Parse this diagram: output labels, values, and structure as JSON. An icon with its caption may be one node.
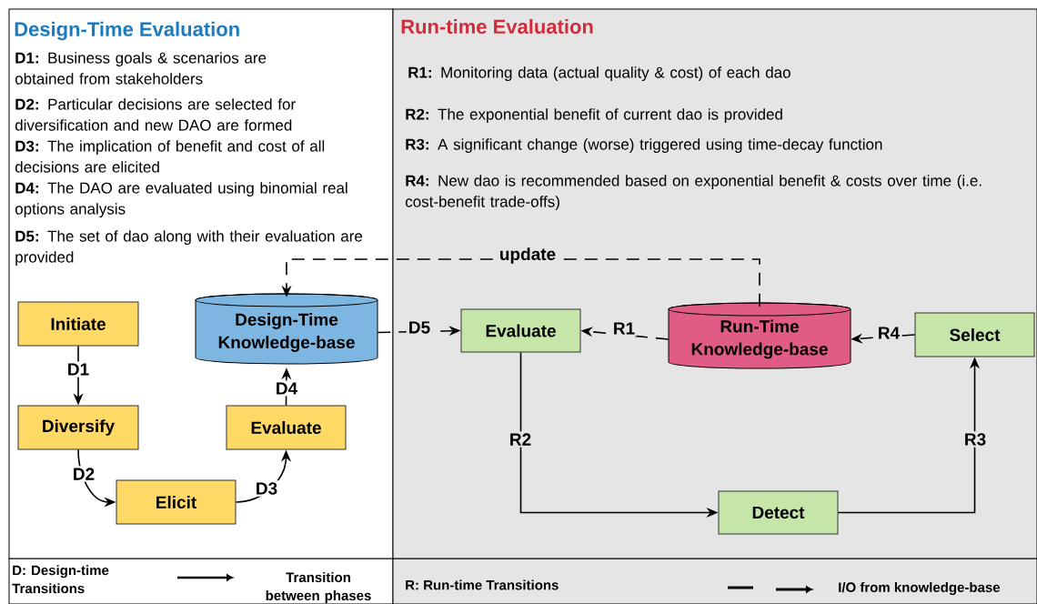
{
  "diagram": {
    "nodes": [
      {
        "text": [
          "Design-Time Evaluation"
        ]
      },
      {
        "text": [
          "Run-time Evaluation"
        ]
      },
      {
        "text": [
          "Initiate"
        ],
        "in": 0
      },
      {
        "text": [
          "Diversify"
        ],
        "in": 0
      },
      {
        "text": [
          "Elicit"
        ],
        "in": 0
      },
      {
        "text": [
          "Evaluate"
        ],
        "in": 0
      },
      {
        "text": [
          "Design-Time Knowledge-base"
        ],
        "in": 0
      },
      {
        "text": [
          "Evaluate"
        ],
        "in": 1
      },
      {
        "text": [
          "Run-Time Knowledge-base"
        ],
        "in": 1
      },
      {
        "text": [
          "Select"
        ],
        "in": 1
      },
      {
        "text": [
          "Detect"
        ],
        "in": 1
      }
    ],
    "edges": [
      {
        "from": 2,
        "to": 3,
        "arrow": "to",
        "label": "D1"
      },
      {
        "from": 3,
        "to": 4,
        "arrow": "to",
        "label": "D2"
      },
      {
        "from": 4,
        "to": 5,
        "arrow": "to",
        "label": "D3"
      },
      {
        "from": 5,
        "to": 6,
        "arrow": "to",
        "label": "D4"
      },
      {
        "from": 6,
        "to": 7,
        "arrow": "to",
        "label": "D5",
        "style": "dashed"
      },
      {
        "from": 8,
        "to": 6,
        "arrow": "to",
        "label": "update",
        "style": "dashed"
      },
      {
        "from": 8,
        "to": 7,
        "arrow": "to",
        "label": "R1",
        "style": "dashed"
      },
      {
        "from": 7,
        "to": 10,
        "arrow": "to",
        "label": "R2"
      },
      {
        "from": 10,
        "to": 9,
        "arrow": "to",
        "label": "R3"
      },
      {
        "from": 9,
        "to": 8,
        "arrow": "to",
        "label": "R4",
        "style": "dashed"
      }
    ],
    "labels": [
      "**D1:**  Business goals & scenarios are obtained from stakeholders",
      "**D2:**  Particular decisions are selected for diversification and new DAO are formed",
      "**D3:**  The implication of benefit and cost of all decisions are elicited",
      "**D4:**  The DAO are evaluated using binomial real options analysis",
      "**D5:**  The set of dao along with their evaluation are provided",
      "**R1:**  Monitoring data (actual quality & cost) of each dao",
      "**R2:**  The exponential benefit of current dao is provided",
      "**R3:**  A significant change (worse) triggered using time-decay function",
      "**R4:**  New dao is recommended based on exponential benefit & costs over time (i.e. cost-benefit trade-offs)",
      "D: Design-time Transitions",
      "R: Run-time Transitions"
    ],
    "legend": [
      {
        "text": "Transition between phases"
      },
      {
        "text": "I/O from knowledge-base"
      }
    ]
  }
}
